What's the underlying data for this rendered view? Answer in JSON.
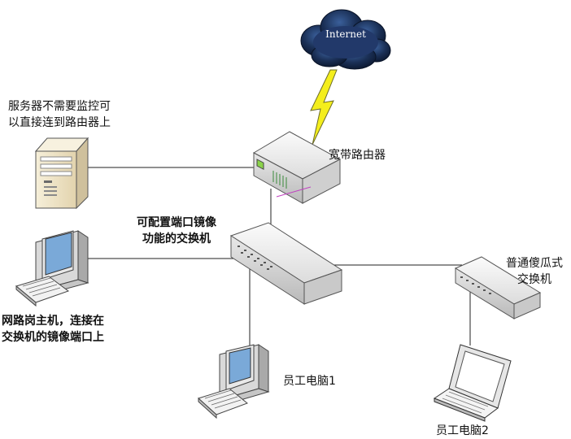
{
  "cloud": {
    "label": "Internet"
  },
  "server": {
    "lines": [
      "服务器不需要监控可",
      "以直接连到路由器上"
    ]
  },
  "router": {
    "label": "宽带路由器"
  },
  "mirror_switch": {
    "lines": [
      "可配置端口镜像",
      "功能的交换机"
    ]
  },
  "monitor_pc": {
    "lines": [
      "网路岗主机，连接在",
      "交换机的镜像端口上"
    ]
  },
  "plain_switch": {
    "lines": [
      "普通傻瓜式",
      "交换机"
    ]
  },
  "employee_pc1": {
    "label": "员工电脑1"
  },
  "employee_pc2": {
    "label": "员工电脑2"
  }
}
